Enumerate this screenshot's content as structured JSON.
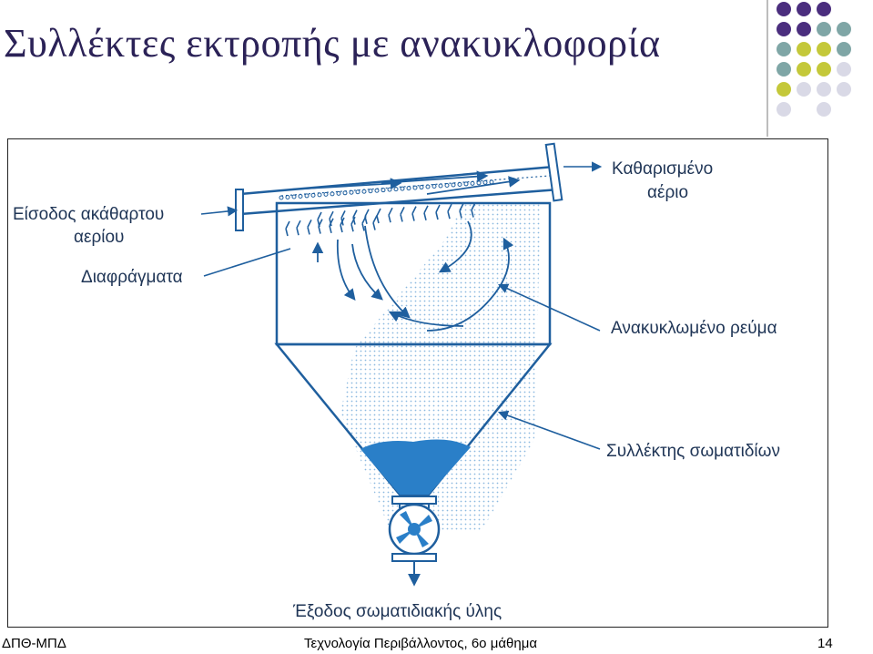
{
  "slide": {
    "title": "Συλλέκτες εκτροπής με ανακυκλοφορία",
    "footer_left": "ΔΠΘ-ΜΠΔ",
    "footer_center": "Τεχνολογία Περιβάλλοντος, 6ο μάθημα",
    "page_number": "14"
  },
  "theme": {
    "dot_colors": [
      "#4b2e7e",
      "#7fa6a6",
      "#c4c83a",
      "#d9d9e6"
    ],
    "diagram_line": "#1f5f9e",
    "particle_fill": "#2a7fc8"
  },
  "diagram": {
    "labels": {
      "inlet_line1": "Είσοδος ακάθαρτου",
      "inlet_line2": "αερίου",
      "baffles": "Διαφράγματα",
      "clean_gas_line1": "Καθαρισμένο",
      "clean_gas_line2": "αέριο",
      "recirculated_stream": "Ανακυκλωμένο ρεύμα",
      "particle_collector": "Συλλέκτης σωματιδίων",
      "particle_outlet": "Έξοδος σωματιδιακής ύλης"
    }
  }
}
